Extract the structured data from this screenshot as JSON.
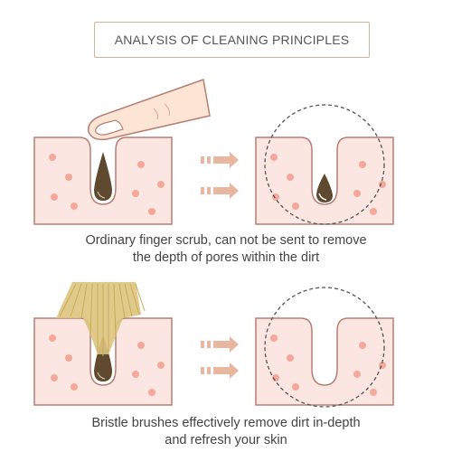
{
  "title": "ANALYSIS OF CLEANING PRINCIPLES",
  "sections": [
    {
      "method": "finger",
      "caption_lines": [
        "Ordinary finger scrub, can not be sent to remove",
        "the depth of pores within the dirt"
      ]
    },
    {
      "method": "bristle-brush",
      "caption_lines": [
        "Bristle brushes effectively remove dirt in-depth",
        "and refresh your skin"
      ]
    }
  ],
  "colors": {
    "skin_fill": "#fce6e1",
    "skin_outline": "#b77f74",
    "pore_dot": "#f4a89b",
    "dirt": "#5f4a2f",
    "arrow": "#e9b79f",
    "bristle": "#dcc47d",
    "finger_fill": "#fde5d6",
    "dashed_circle": "#555555"
  }
}
